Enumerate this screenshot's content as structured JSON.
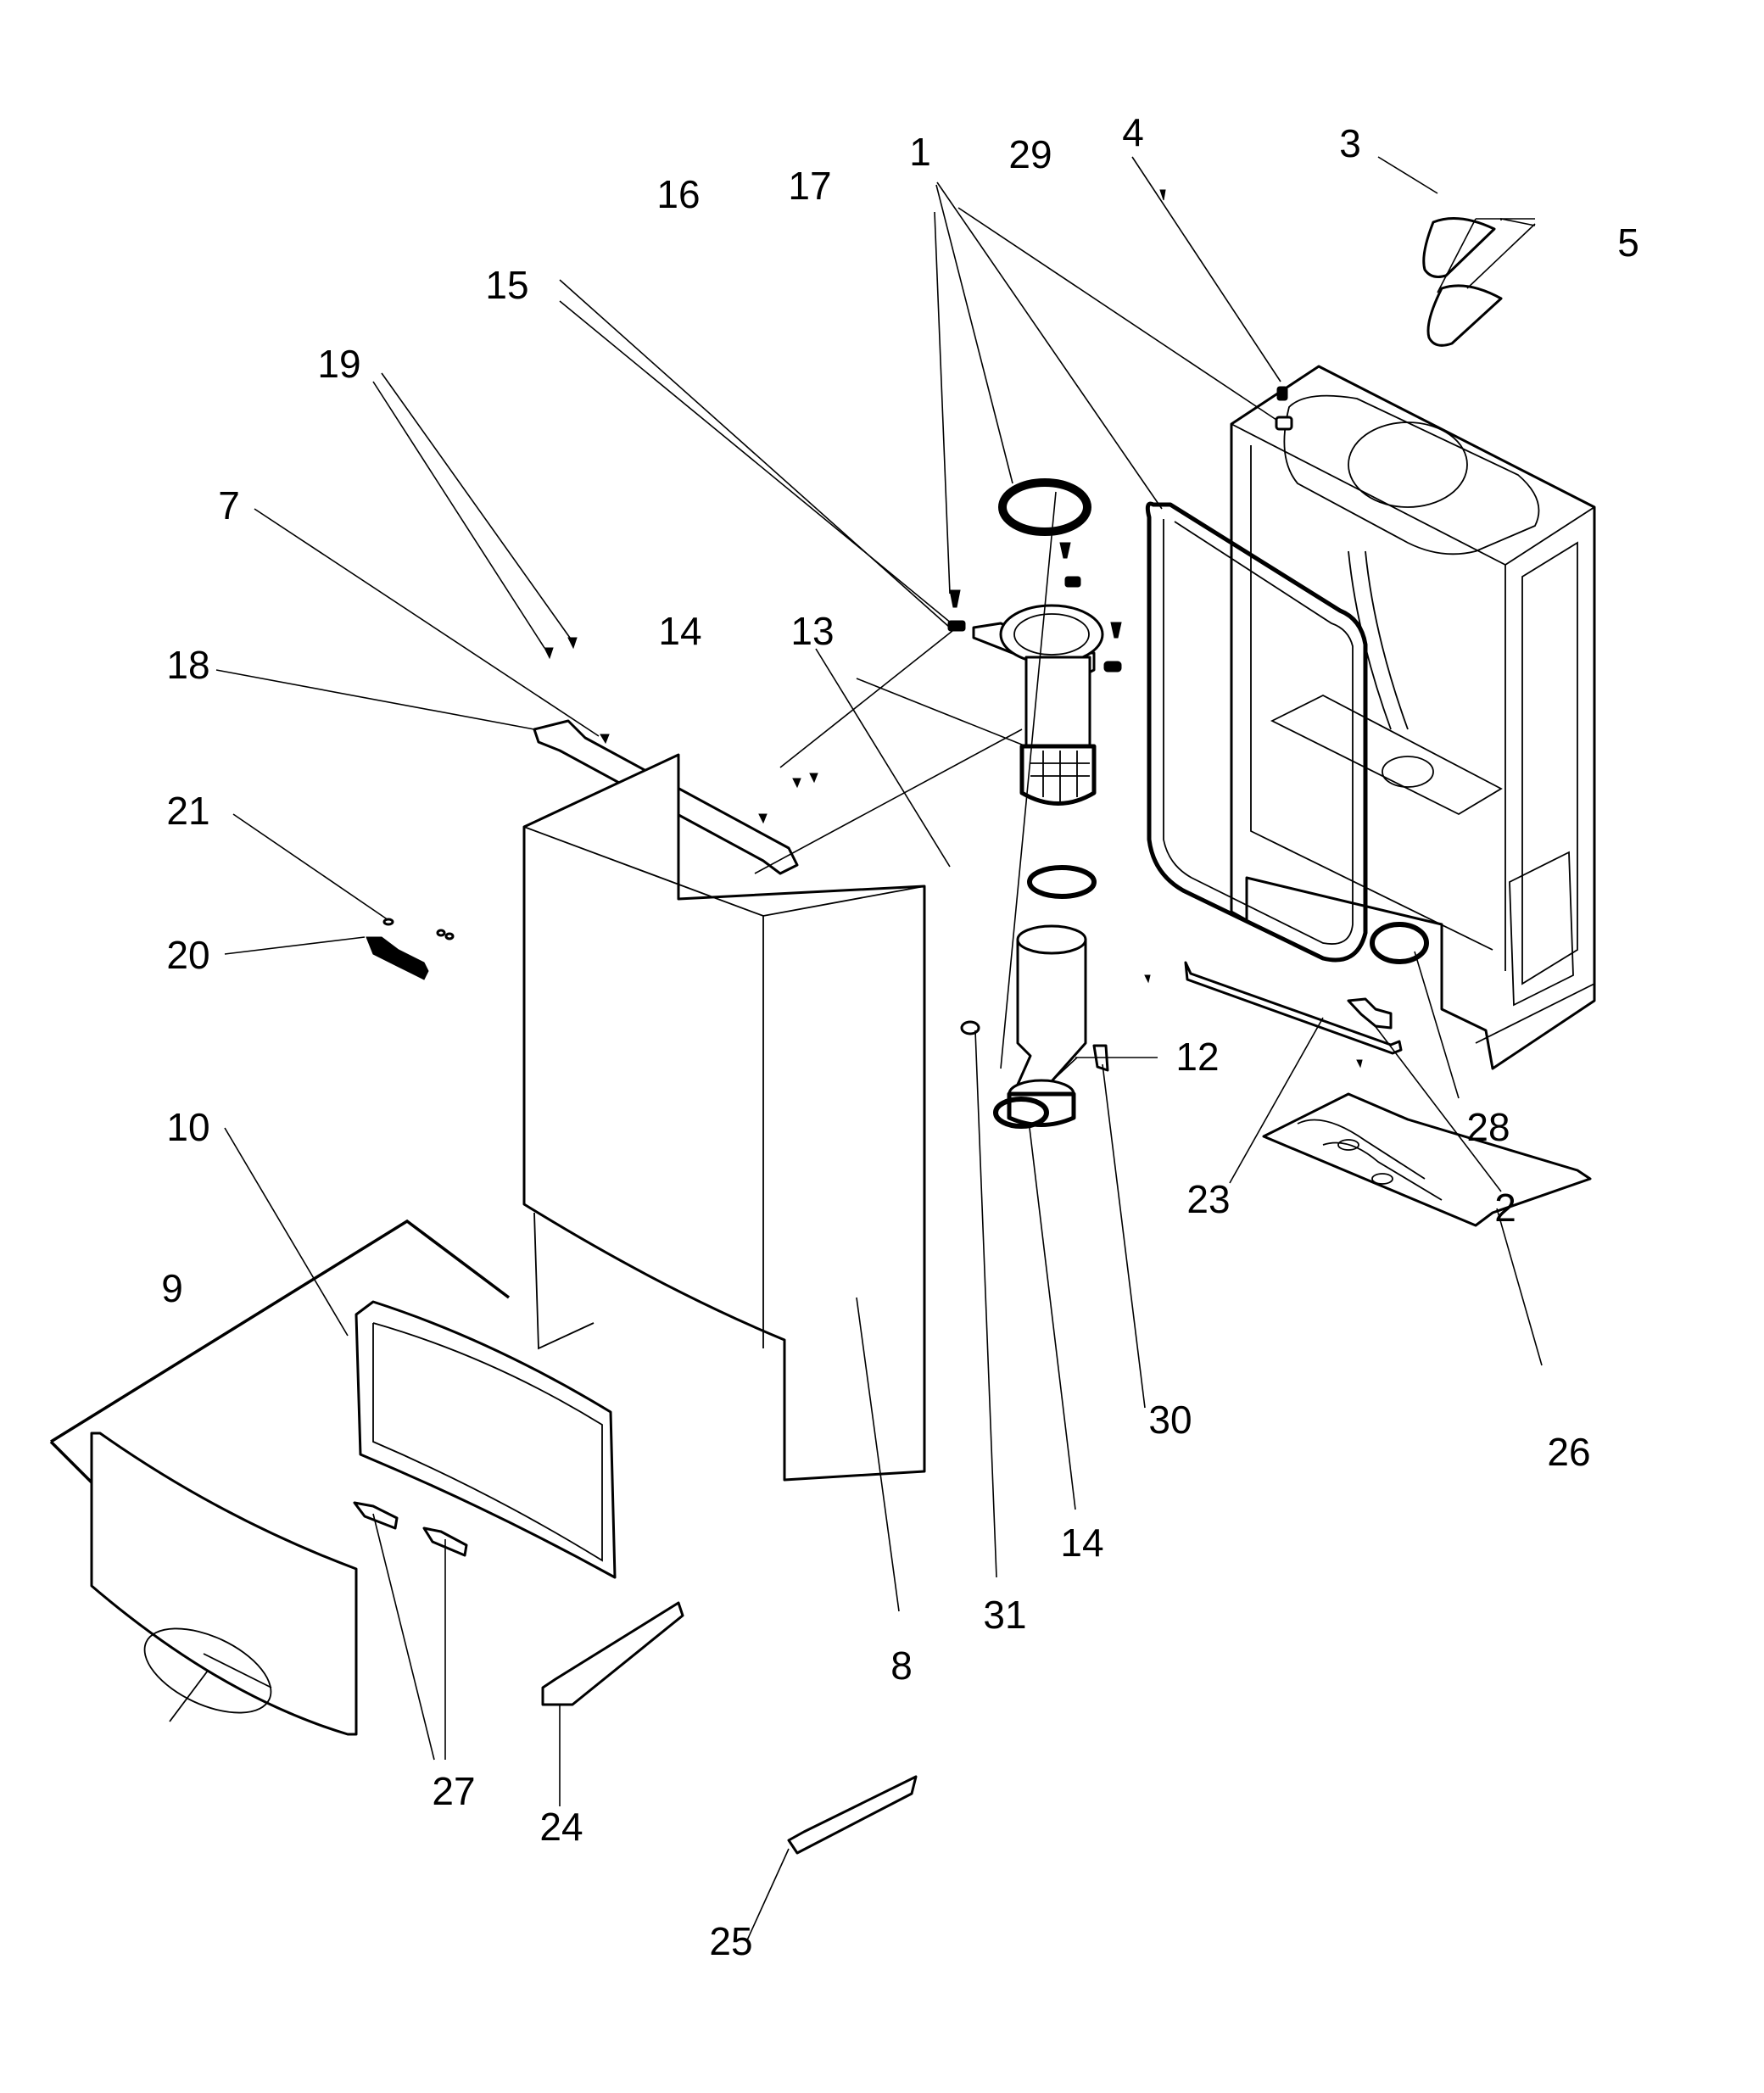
{
  "diagram": {
    "type": "exploded-parts-view",
    "subject": "wall-hung boiler casing assembly",
    "callouts": [
      {
        "id": "1",
        "label": "1"
      },
      {
        "id": "2",
        "label": "2"
      },
      {
        "id": "3",
        "label": "3"
      },
      {
        "id": "4",
        "label": "4"
      },
      {
        "id": "5",
        "label": "5"
      },
      {
        "id": "7",
        "label": "7"
      },
      {
        "id": "8",
        "label": "8"
      },
      {
        "id": "9",
        "label": "9"
      },
      {
        "id": "10",
        "label": "10"
      },
      {
        "id": "12",
        "label": "12"
      },
      {
        "id": "13",
        "label": "13"
      },
      {
        "id": "14a",
        "label": "14"
      },
      {
        "id": "14b",
        "label": "14"
      },
      {
        "id": "15",
        "label": "15"
      },
      {
        "id": "16",
        "label": "16"
      },
      {
        "id": "17",
        "label": "17"
      },
      {
        "id": "18",
        "label": "18"
      },
      {
        "id": "19",
        "label": "19"
      },
      {
        "id": "20",
        "label": "20"
      },
      {
        "id": "21",
        "label": "21"
      },
      {
        "id": "23",
        "label": "23"
      },
      {
        "id": "24",
        "label": "24"
      },
      {
        "id": "25",
        "label": "25"
      },
      {
        "id": "26",
        "label": "26"
      },
      {
        "id": "27",
        "label": "27"
      },
      {
        "id": "28",
        "label": "28"
      },
      {
        "id": "29",
        "label": "29"
      },
      {
        "id": "30",
        "label": "30"
      },
      {
        "id": "31",
        "label": "31"
      }
    ]
  }
}
